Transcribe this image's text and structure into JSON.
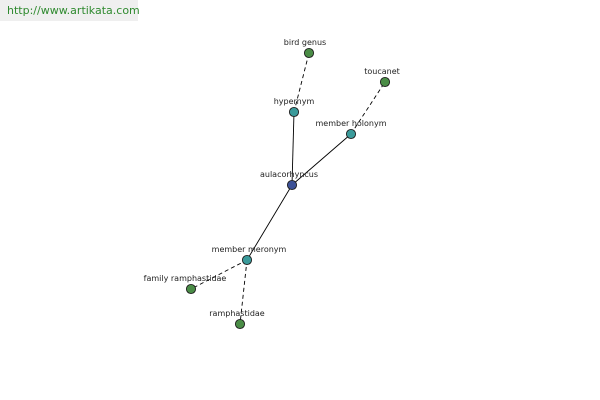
{
  "watermark": "http://www.artikata.com",
  "colors": {
    "center": "#3c5196",
    "relation": "#3a9a9a",
    "leaf": "#4a8c46"
  },
  "nodes": [
    {
      "id": "center",
      "label": "aulacorhyncus",
      "kind": "center"
    },
    {
      "id": "hypernym",
      "label": "hypernym",
      "kind": "relation"
    },
    {
      "id": "bird-genus",
      "label": "bird genus",
      "kind": "leaf"
    },
    {
      "id": "member-holonym",
      "label": "member holonym",
      "kind": "relation"
    },
    {
      "id": "toucanet",
      "label": "toucanet",
      "kind": "leaf"
    },
    {
      "id": "member-meronym",
      "label": "member meronym",
      "kind": "relation"
    },
    {
      "id": "family-ramphastidae",
      "label": "family ramphastidae",
      "kind": "leaf"
    },
    {
      "id": "ramphastidae",
      "label": "ramphastidae",
      "kind": "leaf"
    }
  ],
  "edges": [
    {
      "from": "center",
      "to": "hypernym",
      "style": "solid"
    },
    {
      "from": "center",
      "to": "member-holonym",
      "style": "solid"
    },
    {
      "from": "center",
      "to": "member-meronym",
      "style": "solid"
    },
    {
      "from": "hypernym",
      "to": "bird-genus",
      "style": "dashed"
    },
    {
      "from": "member-holonym",
      "to": "toucanet",
      "style": "dashed"
    },
    {
      "from": "member-meronym",
      "to": "family-ramphastidae",
      "style": "dashed"
    },
    {
      "from": "member-meronym",
      "to": "ramphastidae",
      "style": "dashed"
    }
  ]
}
